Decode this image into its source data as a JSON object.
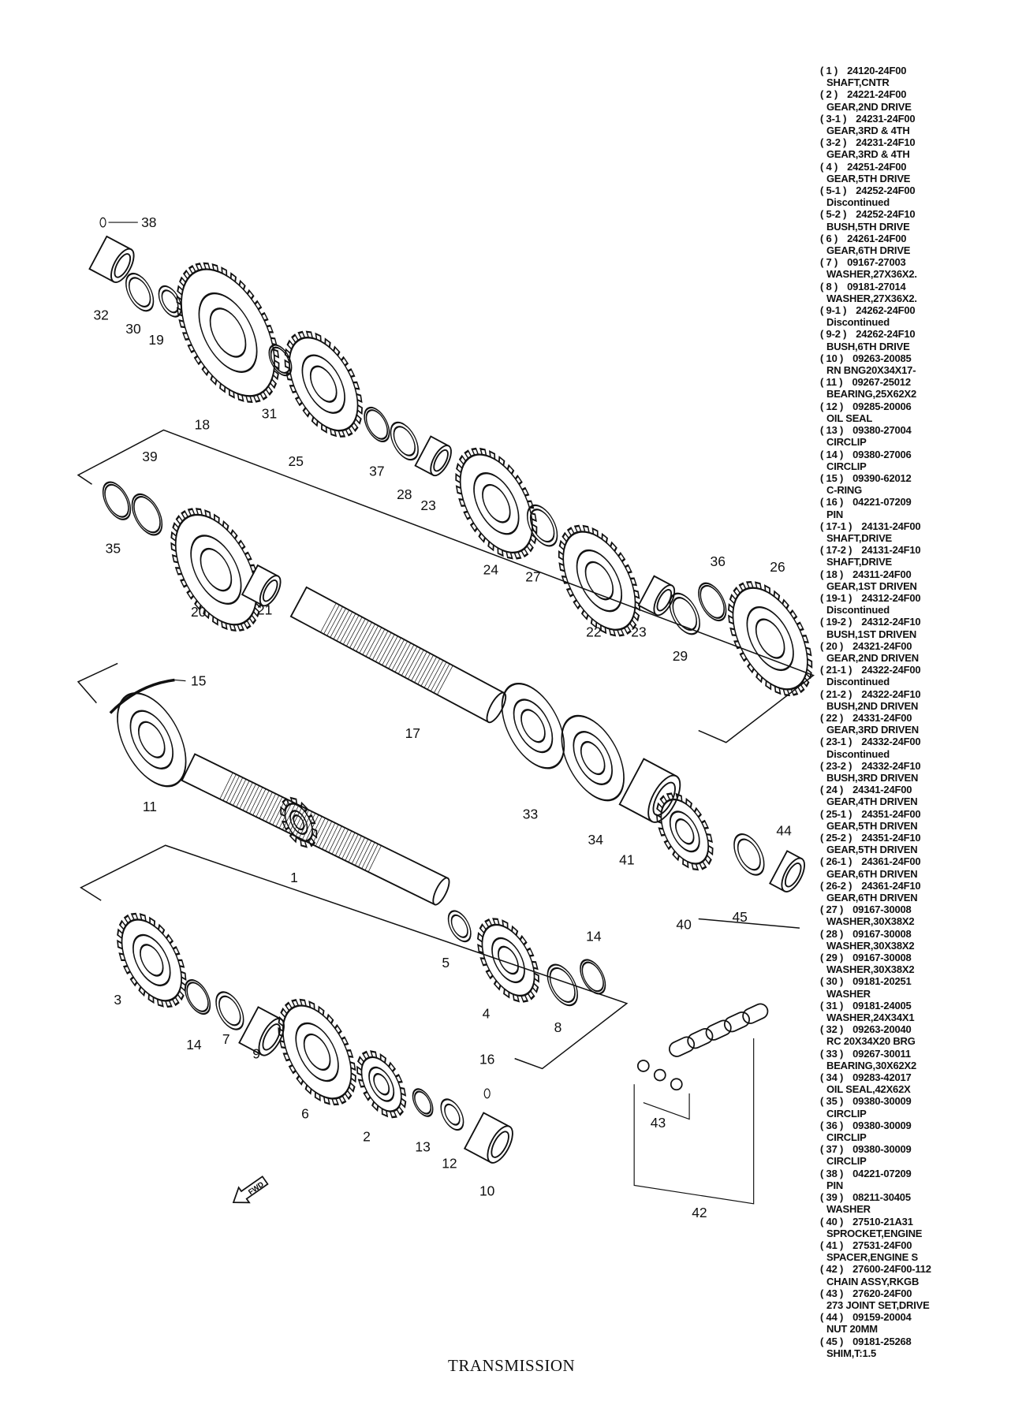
{
  "title": "TRANSMISSION",
  "fwd_label": "FWD",
  "callouts": [
    "38",
    "32",
    "30",
    "19",
    "18",
    "31",
    "25",
    "37",
    "28",
    "23",
    "39",
    "35",
    "20",
    "21",
    "24",
    "27",
    "22",
    "23",
    "29",
    "36",
    "26",
    "15",
    "17",
    "11",
    "33",
    "34",
    "41",
    "40",
    "45",
    "44",
    "1",
    "5",
    "4",
    "14",
    "8",
    "3",
    "14",
    "7",
    "9",
    "6",
    "2",
    "13",
    "12",
    "16",
    "10",
    "43",
    "42"
  ],
  "parts": [
    {
      "ref": "( 1 )",
      "no": "24120-24F00",
      "desc": "SHAFT,CNTR"
    },
    {
      "ref": "( 2 )",
      "no": "24221-24F00",
      "desc": "GEAR,2ND DRIVE"
    },
    {
      "ref": "( 3-1 )",
      "no": "24231-24F00",
      "desc": "GEAR,3RD & 4TH"
    },
    {
      "ref": "( 3-2 )",
      "no": "24231-24F10",
      "desc": "GEAR,3RD & 4TH"
    },
    {
      "ref": "( 4 )",
      "no": "24251-24F00",
      "desc": "GEAR,5TH DRIVE"
    },
    {
      "ref": "( 5-1 )",
      "no": "24252-24F00",
      "desc": "Discontinued"
    },
    {
      "ref": "( 5-2 )",
      "no": "24252-24F10",
      "desc": "BUSH,5TH DRIVE"
    },
    {
      "ref": "( 6 )",
      "no": "24261-24F00",
      "desc": "GEAR,6TH DRIVE"
    },
    {
      "ref": "( 7 )",
      "no": "09167-27003",
      "desc": "WASHER,27X36X2."
    },
    {
      "ref": "( 8 )",
      "no": "09181-27014",
      "desc": "WASHER,27X36X2."
    },
    {
      "ref": "( 9-1 )",
      "no": "24262-24F00",
      "desc": "Discontinued"
    },
    {
      "ref": "( 9-2 )",
      "no": "24262-24F10",
      "desc": "BUSH,6TH DRIVE"
    },
    {
      "ref": "( 10 )",
      "no": "09263-20085",
      "desc": "RN BNG20X34X17-"
    },
    {
      "ref": "( 11 )",
      "no": "09267-25012",
      "desc": "BEARING,25X62X2"
    },
    {
      "ref": "( 12 )",
      "no": "09285-20006",
      "desc": "OIL SEAL"
    },
    {
      "ref": "( 13 )",
      "no": "09380-27004",
      "desc": "CIRCLIP"
    },
    {
      "ref": "( 14 )",
      "no": "09380-27006",
      "desc": "CIRCLIP"
    },
    {
      "ref": "( 15 )",
      "no": "09390-62012",
      "desc": "C-RING"
    },
    {
      "ref": "( 16 )",
      "no": "04221-07209",
      "desc": "PIN"
    },
    {
      "ref": "( 17-1 )",
      "no": "24131-24F00",
      "desc": "SHAFT,DRIVE"
    },
    {
      "ref": "( 17-2 )",
      "no": "24131-24F10",
      "desc": "SHAFT,DRIVE"
    },
    {
      "ref": "( 18 )",
      "no": "24311-24F00",
      "desc": "GEAR,1ST DRIVEN"
    },
    {
      "ref": "( 19-1 )",
      "no": "24312-24F00",
      "desc": "Discontinued"
    },
    {
      "ref": "( 19-2 )",
      "no": "24312-24F10",
      "desc": "BUSH,1ST DRIVEN"
    },
    {
      "ref": "( 20 )",
      "no": "24321-24F00",
      "desc": "GEAR,2ND DRIVEN"
    },
    {
      "ref": "( 21-1 )",
      "no": "24322-24F00",
      "desc": "Discontinued"
    },
    {
      "ref": "( 21-2 )",
      "no": "24322-24F10",
      "desc": "BUSH,2ND DRIVEN"
    },
    {
      "ref": "( 22 )",
      "no": "24331-24F00",
      "desc": "GEAR,3RD DRIVEN"
    },
    {
      "ref": "( 23-1 )",
      "no": "24332-24F00",
      "desc": "Discontinued"
    },
    {
      "ref": "( 23-2 )",
      "no": "24332-24F10",
      "desc": "BUSH,3RD DRIVEN"
    },
    {
      "ref": "( 24 )",
      "no": "24341-24F00",
      "desc": "GEAR,4TH DRIVEN"
    },
    {
      "ref": "( 25-1 )",
      "no": "24351-24F00",
      "desc": "GEAR,5TH DRIVEN"
    },
    {
      "ref": "( 25-2 )",
      "no": "24351-24F10",
      "desc": "GEAR,5TH DRIVEN"
    },
    {
      "ref": "( 26-1 )",
      "no": "24361-24F00",
      "desc": "GEAR,6TH DRIVEN"
    },
    {
      "ref": "( 26-2 )",
      "no": "24361-24F10",
      "desc": "GEAR,6TH DRIVEN"
    },
    {
      "ref": "( 27 )",
      "no": "09167-30008",
      "desc": "WASHER,30X38X2"
    },
    {
      "ref": "( 28 )",
      "no": "09167-30008",
      "desc": "WASHER,30X38X2"
    },
    {
      "ref": "( 29 )",
      "no": "09167-30008",
      "desc": "WASHER,30X38X2"
    },
    {
      "ref": "( 30 )",
      "no": "09181-20251",
      "desc": "WASHER"
    },
    {
      "ref": "( 31 )",
      "no": "09181-24005",
      "desc": "WASHER,24X34X1"
    },
    {
      "ref": "( 32 )",
      "no": "09263-20040",
      "desc": "RC 20X34X20 BRG"
    },
    {
      "ref": "( 33 )",
      "no": "09267-30011",
      "desc": "BEARING,30X62X2"
    },
    {
      "ref": "( 34 )",
      "no": "09283-42017",
      "desc": "OIL SEAL,42X62X"
    },
    {
      "ref": "( 35 )",
      "no": "09380-30009",
      "desc": "CIRCLIP"
    },
    {
      "ref": "( 36 )",
      "no": "09380-30009",
      "desc": "CIRCLIP"
    },
    {
      "ref": "( 37 )",
      "no": "09380-30009",
      "desc": "CIRCLIP"
    },
    {
      "ref": "( 38 )",
      "no": "04221-07209",
      "desc": "PIN"
    },
    {
      "ref": "( 39 )",
      "no": "08211-30405",
      "desc": "WASHER"
    },
    {
      "ref": "( 40 )",
      "no": "27510-21A31",
      "desc": "SPROCKET,ENGINE"
    },
    {
      "ref": "( 41 )",
      "no": "27531-24F00",
      "desc": "SPACER,ENGINE S"
    },
    {
      "ref": "( 42 )",
      "no": "27600-24F00-112",
      "desc": "CHAIN ASSY,RKGB"
    },
    {
      "ref": "( 43 )",
      "no": "27620-24F00",
      "desc": "273 JOINT SET,DRIVE"
    },
    {
      "ref": "( 44 )",
      "no": "09159-20004",
      "desc": "NUT 20MM"
    },
    {
      "ref": "( 45 )",
      "no": "09181-25268",
      "desc": "SHIM,T:1.5"
    }
  ]
}
